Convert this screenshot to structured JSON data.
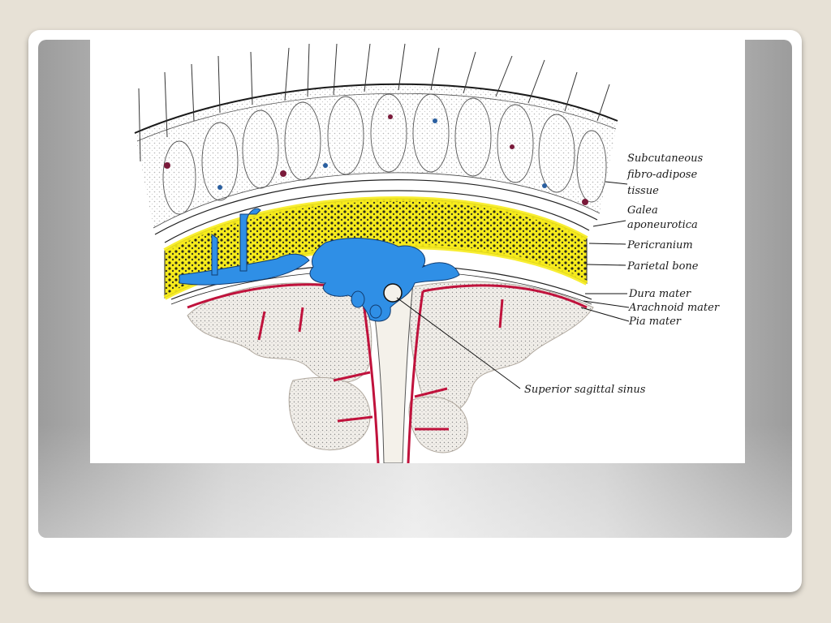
{
  "figure": {
    "labels": {
      "subcutaneous_line1": "Subcutaneous",
      "subcutaneous_line2": "fibro-adipose",
      "subcutaneous_line3": "tissue",
      "galea_line1": "Galea",
      "galea_line2": "aponeurotica",
      "pericranium": "Pericranium",
      "parietal_bone": "Parietal bone",
      "dura_mater": "Dura mater",
      "arachnoid_mater": "Arachnoid mater",
      "pia_mater": "Pia mater",
      "superior_sagittal_sinus": "Superior sagittal sinus"
    },
    "colors": {
      "bone": "#f7ec1c",
      "sinus": "#2f8fe6",
      "vessels": "#c0123c",
      "brain": "#ece8e3"
    }
  }
}
